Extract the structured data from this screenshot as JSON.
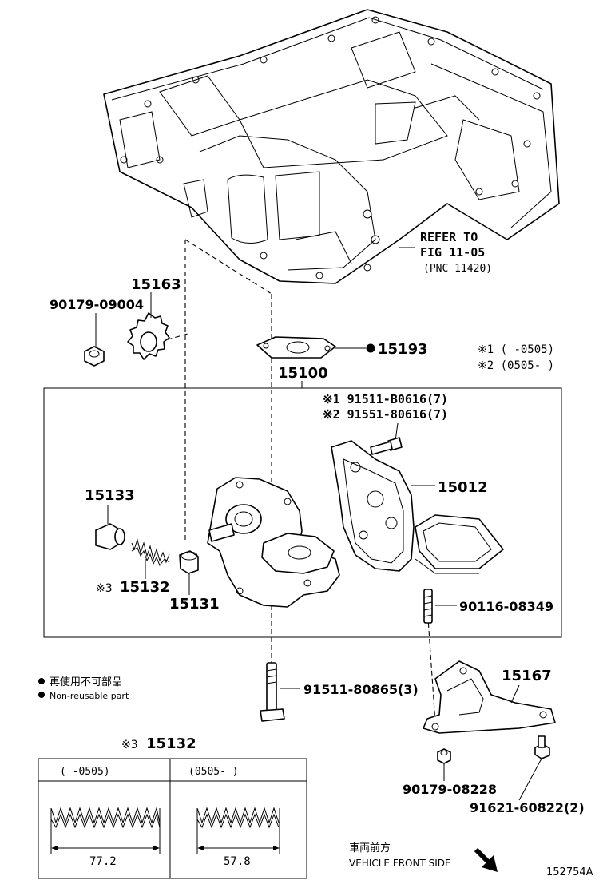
{
  "diagram_id": "152754A",
  "refer": {
    "line1": "REFER TO",
    "line2": "FIG 11-05",
    "line3": "(PNC 11420)"
  },
  "notes": {
    "n1": "※1 (    -0505)",
    "n2": "※2 (0505-    )"
  },
  "parts": {
    "p15163": "15163",
    "p90179_09004": "90179-09004",
    "p15193": "15193",
    "p15100": "15100",
    "p91511_b0616": "※1 91511-B0616(7)",
    "p91551_80616": "※2 91551-80616(7)",
    "p15012": "15012",
    "p15133": "15133",
    "p15132_mark": "※3",
    "p15132": "15132",
    "p15131": "15131",
    "p90116_08349": "90116-08349",
    "p91511_80865": "91511-80865(3)",
    "p15167": "15167",
    "p90179_08228": "90179-08228",
    "p91621_60822": "91621-60822(2)"
  },
  "legend": {
    "jp": "再使用不可部品",
    "en": "Non-reusable part"
  },
  "spring_table": {
    "mark": "※3",
    "part": "15132",
    "col1_header": "(     -0505)",
    "col2_header": "(0505-     )",
    "col1_value": "77.2",
    "col2_value": "57.8"
  },
  "direction": {
    "jp": "車両前方",
    "en": "VEHICLE FRONT SIDE"
  }
}
